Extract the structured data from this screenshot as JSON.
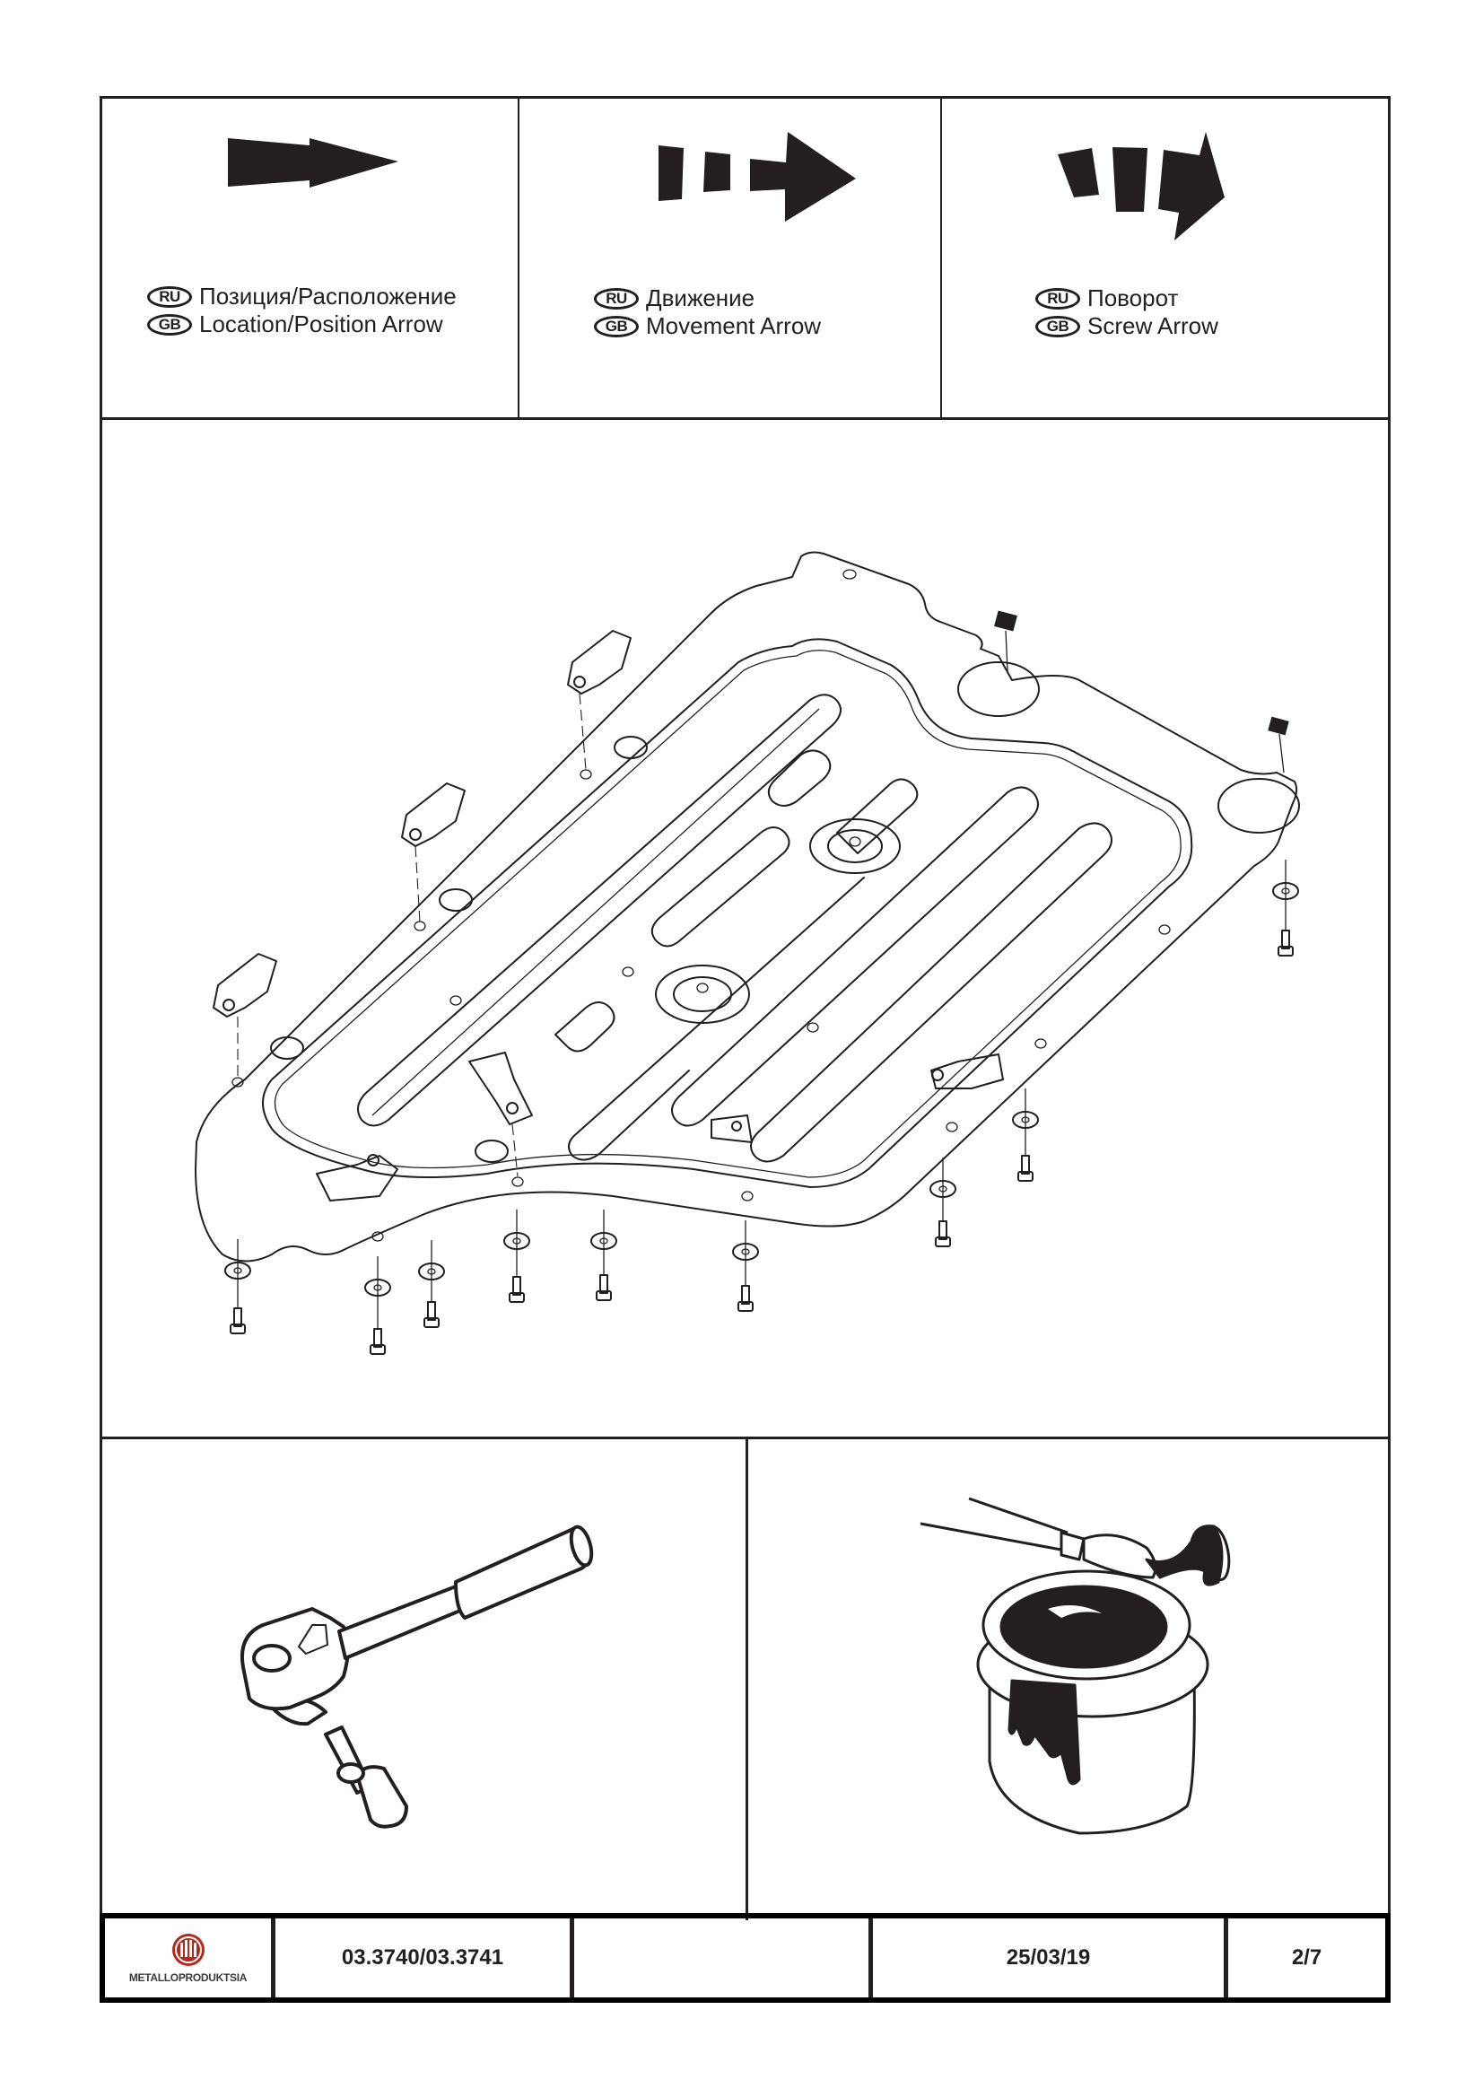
{
  "legend": [
    {
      "arrow_icon": "location-arrow-icon",
      "ru_badge": "RU",
      "gb_badge": "GB",
      "ru_label": "Позиция/Расположение",
      "gb_label": "Location/Position Arrow"
    },
    {
      "arrow_icon": "movement-arrow-icon",
      "ru_badge": "RU",
      "gb_badge": "GB",
      "ru_label": "Движение",
      "gb_label": "Movement Arrow"
    },
    {
      "arrow_icon": "screw-arrow-icon",
      "ru_badge": "RU",
      "gb_badge": "GB",
      "ru_label": "Поворот",
      "gb_label": "Screw Arrow"
    }
  ],
  "diagram": {
    "illustration": "skid-plate-exploded-assembly"
  },
  "tools": {
    "left_icon": "ratchet-wrench-icon",
    "right_icon": "paint-can-brush-icon"
  },
  "footer": {
    "logo_text": "METALLOPRODUKTSIA",
    "logo_color": "#b5281c",
    "part_number": "03.3740/03.3741",
    "blank": "",
    "date": "25/03/19",
    "page": "2/7"
  }
}
